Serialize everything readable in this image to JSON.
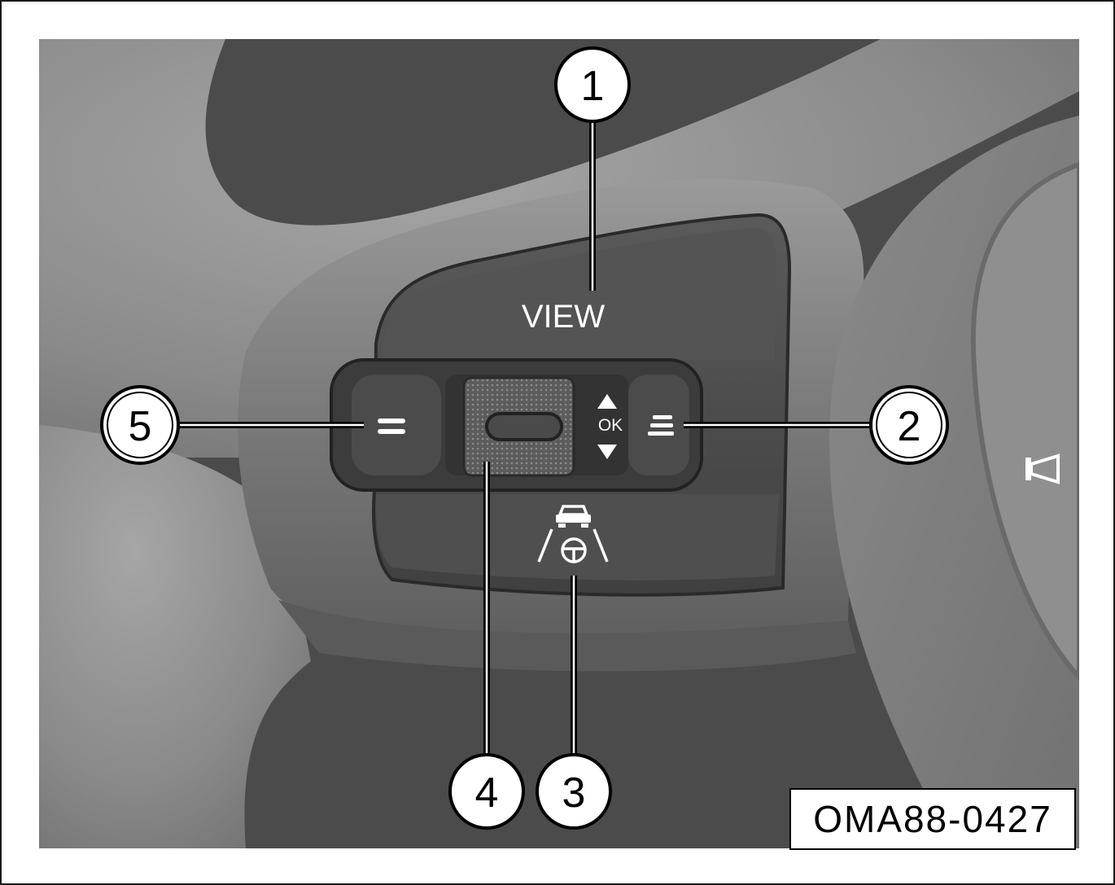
{
  "diagram": {
    "button_labels": {
      "view": "VIEW",
      "ok": "OK"
    },
    "callouts": [
      {
        "number": "1",
        "target": "view-button"
      },
      {
        "number": "2",
        "target": "right-menu-button"
      },
      {
        "number": "3",
        "target": "driver-assist-button"
      },
      {
        "number": "4",
        "target": "thumbwheel"
      },
      {
        "number": "5",
        "target": "left-menu-button"
      }
    ],
    "icons": {
      "left_button": "two-lines-icon",
      "right_button": "three-lines-icon",
      "up": "triangle-up-icon",
      "down": "triangle-down-icon",
      "lower_button": "driver-assist-icon",
      "hub": "horn-icon"
    },
    "figure_code": "OMA88-0427",
    "colors": {
      "background": "#4d4d4d",
      "steering_wheel": "#8f8f8f",
      "button_panel": "#3a3a3a",
      "callout_fill": "#ffffff",
      "callout_stroke": "#000000"
    }
  }
}
